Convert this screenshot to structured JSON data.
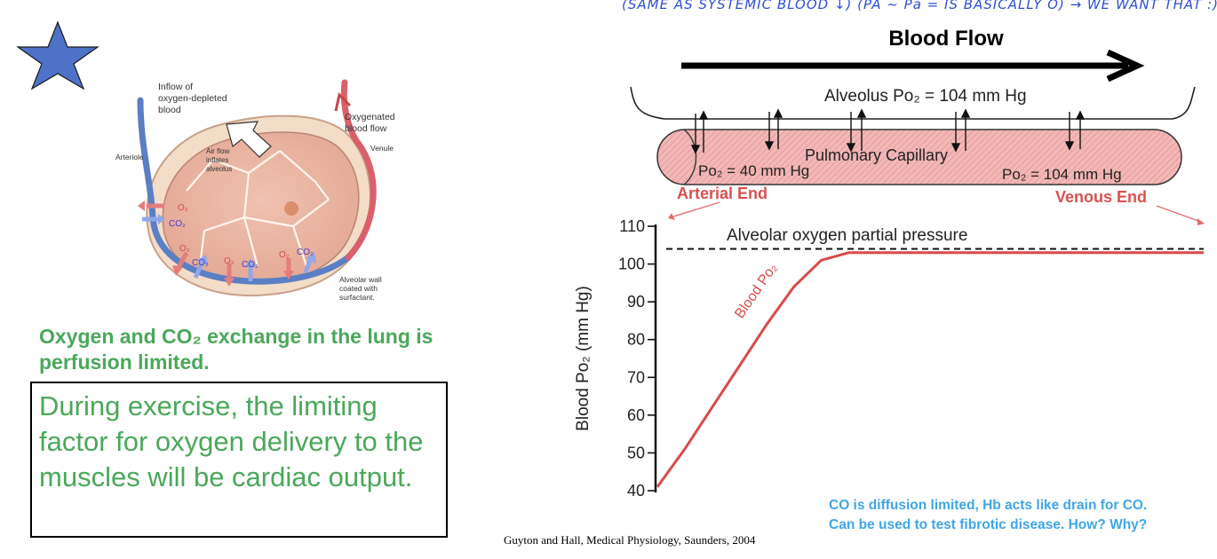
{
  "handwritten_note": "(SAME AS SYSTEMIC BLOOD ↓) (PA ~ Pa = IS BASICALLY O) → WE WANT THAT :)",
  "blood_flow_title": "Blood Flow",
  "alveolus_diagram": {
    "inflow_label": [
      "Inflow of",
      "oxygen-depleted",
      "blood"
    ],
    "oxygenated_label": [
      "Oxygenated",
      "blood flow"
    ],
    "arteriole_label": "Arteriole",
    "venule_label": "Venule",
    "airflow_label": [
      "Air flow",
      "inflates",
      "alveolus"
    ],
    "wall_label": [
      "Alveolar wall",
      "coated with",
      "surfactant."
    ],
    "o2_label": "O₂",
    "co2_label": "CO₂"
  },
  "capillary_diagram": {
    "alveolus_label": "Alveolus Po₂ = 104 mm Hg",
    "capillary_label": "Pulmonary Capillary",
    "arterial_po2": "Po₂ = 40 mm Hg",
    "venous_po2": "Po₂ = 104 mm Hg",
    "arterial_end": "Arterial End",
    "venous_end": "Venous End"
  },
  "chart_data": {
    "type": "line",
    "ylabel": "Blood Po₂ (mm Hg)",
    "ylim": [
      40,
      110
    ],
    "yticks": [
      40,
      50,
      60,
      70,
      80,
      90,
      100,
      110
    ],
    "x": [
      0,
      0.05,
      0.1,
      0.15,
      0.2,
      0.25,
      0.3,
      0.35,
      1.0
    ],
    "series": [
      {
        "name": "Blood Po₂",
        "values": [
          41,
          51,
          62,
          73,
          84,
          94,
          101,
          103,
          103
        ],
        "color": "#d94a4a"
      }
    ],
    "reference_line": {
      "value": 104,
      "label": "Alveolar oxygen partial pressure"
    }
  },
  "statement": "Oxygen and CO₂ exchange in the lung is perfusion limited.",
  "exercise_text": "During exercise, the limiting factor for oxygen delivery to the muscles will be cardiac output.",
  "co_note": [
    "CO is diffusion limited, Hb acts like drain for CO.",
    "Can be used to test fibrotic disease. How? Why?"
  ],
  "citation": "Guyton and Hall, Medical Physiology, Saunders, 2004",
  "colors": {
    "green": "#4aa85a",
    "blue_note": "#3fa6e6",
    "red": "#d94a4a",
    "star": "#4f72c9"
  }
}
